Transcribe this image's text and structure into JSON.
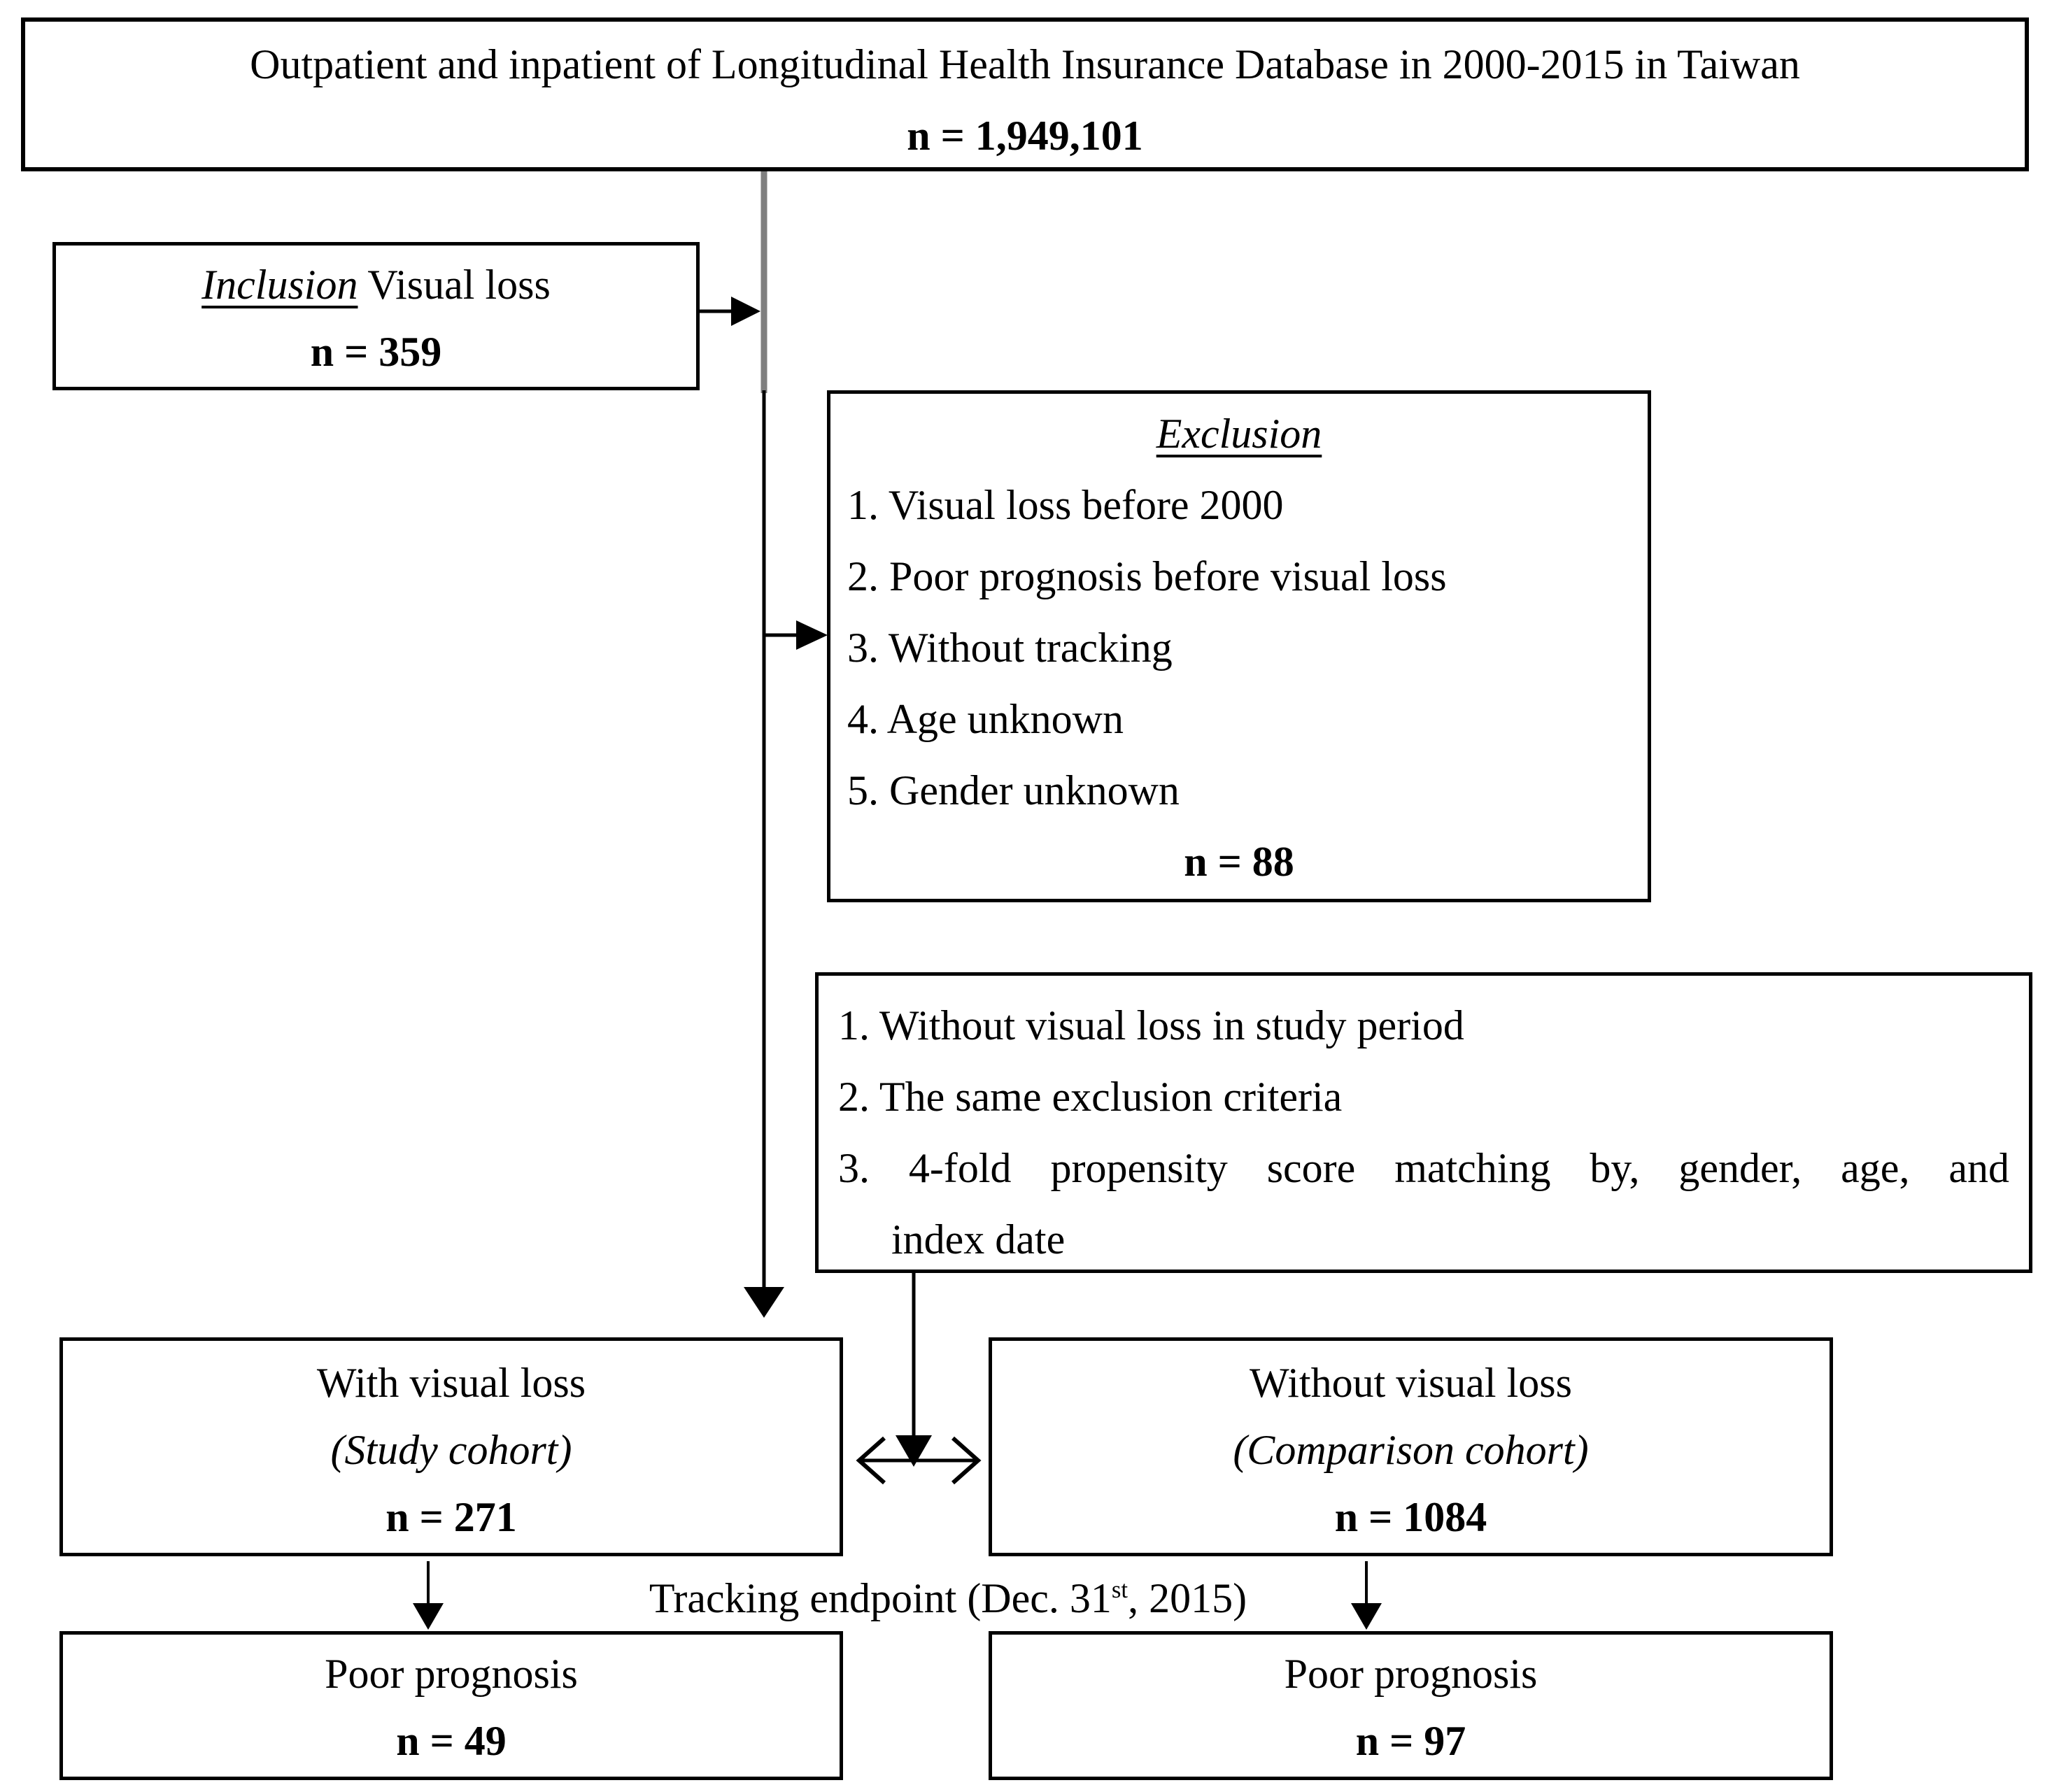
{
  "diagram": {
    "source_box": {
      "line1": "Outpatient and inpatient of Longitudinal Health Insurance Database in 2000-2015 in Taiwan",
      "n": "n = 1,949,101"
    },
    "inclusion_box": {
      "label": "Inclusion",
      "title": "Visual loss",
      "n": "n = 359"
    },
    "exclusion_box": {
      "label": "Exclusion",
      "items": [
        "1. Visual loss before 2000",
        "2. Poor prognosis before visual loss",
        "3. Without tracking",
        "4. Age unknown",
        "5. Gender unknown"
      ],
      "n": "n = 88"
    },
    "matching_box": {
      "item1": "1. Without visual loss in study period",
      "item2": "2. The same exclusion criteria",
      "item3_line1": "3. 4-fold propensity score matching by, gender, age, and",
      "item3_line2": "index date"
    },
    "study_cohort_box": {
      "line1": "With visual loss",
      "line2": "(Study cohort)",
      "n": "n = 271"
    },
    "comparison_cohort_box": {
      "line1": "Without visual loss",
      "line2": "(Comparison cohort)",
      "n": "n = 1084"
    },
    "study_outcome_box": {
      "line1": "Poor prognosis",
      "n": "n = 49"
    },
    "comparison_outcome_box": {
      "line1": "Poor prognosis",
      "n": "n = 97"
    },
    "tracking_label": {
      "pre": "Tracking endpoint (Dec. 31",
      "sup": "st",
      "post": ", 2015)"
    }
  },
  "colors": {
    "line": "#000000",
    "gray_line": "#7f7f7f",
    "background": "#ffffff",
    "text": "#000000"
  }
}
